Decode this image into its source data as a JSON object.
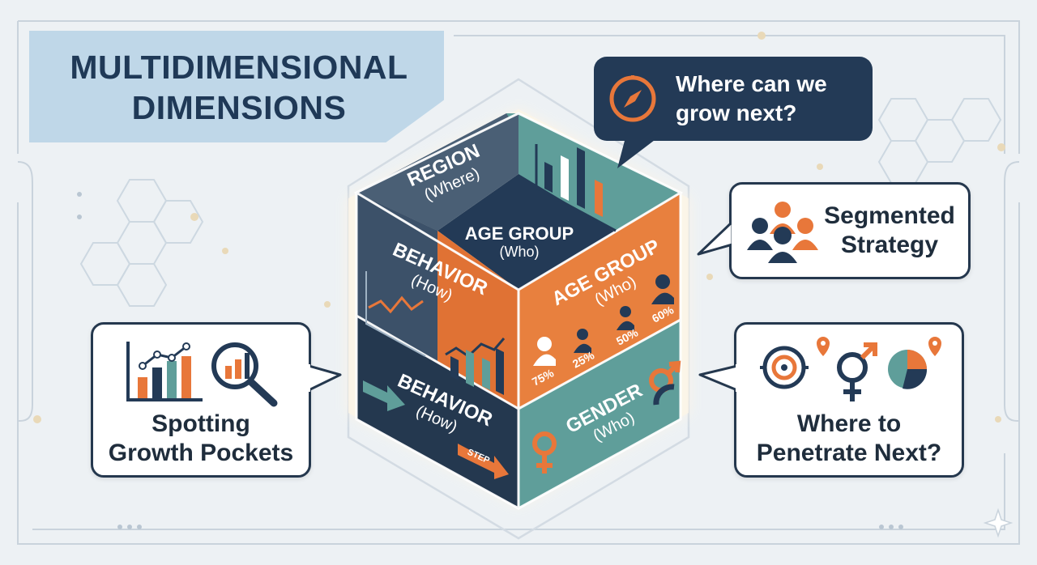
{
  "title": {
    "line1": "MULTIDIMENSIONAL",
    "line2": "DIMENSIONS"
  },
  "colors": {
    "navy": "#233a56",
    "orange": "#e8773a",
    "teal": "#5f9e9a",
    "slate": "#55697e",
    "background": "#edf1f4"
  },
  "callouts": {
    "top": {
      "line1": "Where can we",
      "line2": "grow next?",
      "icon": "compass-icon"
    },
    "right_top": {
      "line1": "Segmented",
      "line2": "Strategy",
      "icon": "people-group-icon"
    },
    "left": {
      "line1": "Spotting",
      "line2": "Growth Pockets",
      "icons": [
        "bar-line-chart-icon",
        "magnifier-chart-icon"
      ]
    },
    "right_bottom": {
      "line1": "Where to",
      "line2": "Penetrate Next?",
      "icons": [
        "target-icon",
        "gender-symbol-icon",
        "pie-chart-icon",
        "map-pin-icon"
      ]
    }
  },
  "cube": {
    "region": {
      "label": "REGION",
      "sub": "(Where)"
    },
    "age_top": {
      "label": "AGE GROUP",
      "sub": "(Who)"
    },
    "behavior_upper": {
      "label": "BEHAVIOR",
      "sub": "(How)"
    },
    "age_right": {
      "label": "AGE GROUP",
      "sub": "(Who)",
      "percents": [
        "75%",
        "25%",
        "50%",
        "60%"
      ]
    },
    "behavior_lower": {
      "label": "BEHAVIOR",
      "sub": "(How)",
      "arrow_label": "STEP"
    },
    "gender": {
      "label": "GENDER",
      "sub": "(Who)"
    }
  }
}
